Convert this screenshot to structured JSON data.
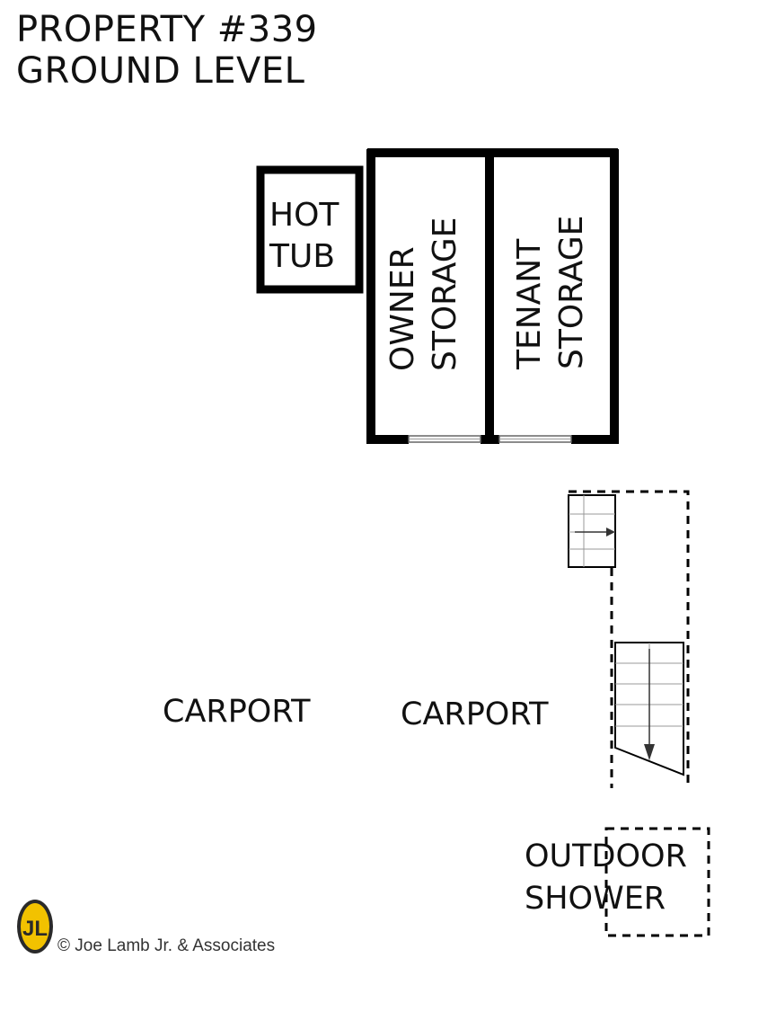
{
  "title": {
    "line1": "PROPERTY #339",
    "line2": "GROUND LEVEL"
  },
  "rooms": {
    "hot_tub": {
      "line1": "HOT",
      "line2": "TUB"
    },
    "owner_storage": {
      "line1": "OWNER",
      "line2": "STORAGE"
    },
    "tenant_storage": {
      "line1": "TENANT",
      "line2": "STORAGE"
    },
    "carport_left": "CARPORT",
    "carport_right": "CARPORT",
    "outdoor_shower": {
      "line1": "OUTDOOR",
      "line2": "SHOWER"
    }
  },
  "footer": {
    "logo_text": "JL",
    "copyright": "© Joe Lamb Jr. & Associates"
  },
  "colors": {
    "wall": "#000000",
    "logo_yellow": "#f2c200",
    "logo_dark": "#2a2a2a"
  }
}
